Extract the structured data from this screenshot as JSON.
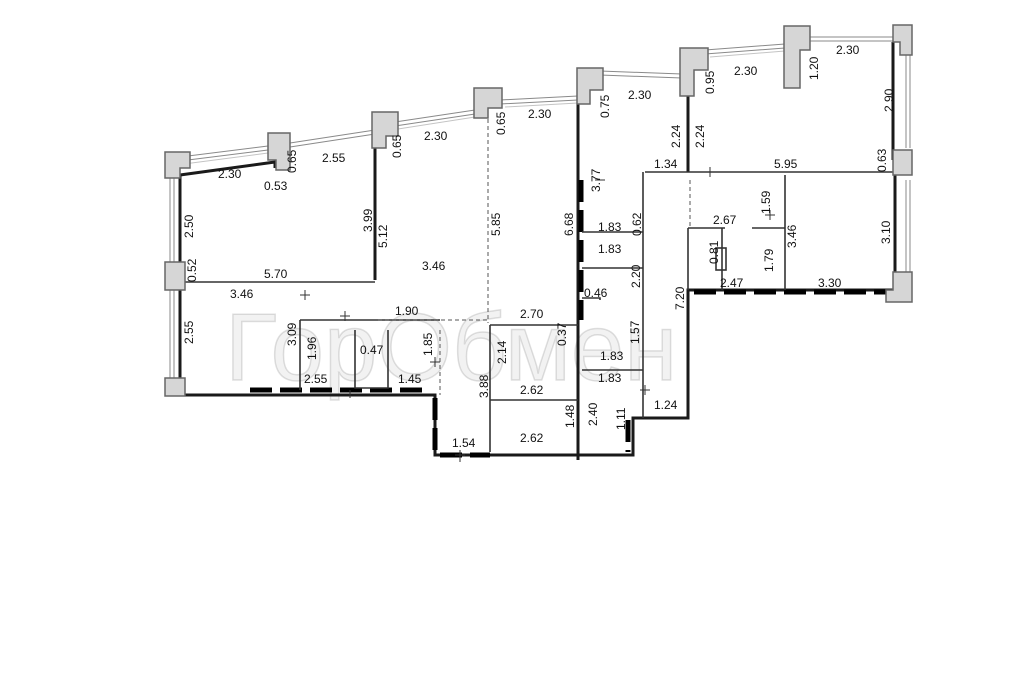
{
  "watermark": "ГорОбмен",
  "dimensions": [
    {
      "id": "d1",
      "text": "2.30"
    },
    {
      "id": "d2",
      "text": "0.65"
    },
    {
      "id": "d3",
      "text": "2.55"
    },
    {
      "id": "d4",
      "text": "0.53"
    },
    {
      "id": "d5",
      "text": "0.65"
    },
    {
      "id": "d6",
      "text": "2.30"
    },
    {
      "id": "d7",
      "text": "0.65"
    },
    {
      "id": "d8",
      "text": "2.30"
    },
    {
      "id": "d9",
      "text": "0.75"
    },
    {
      "id": "d10",
      "text": "2.30"
    },
    {
      "id": "d11",
      "text": "0.95"
    },
    {
      "id": "d12",
      "text": "2.30"
    },
    {
      "id": "d13",
      "text": "1.20"
    },
    {
      "id": "d14",
      "text": "2.30"
    },
    {
      "id": "d15",
      "text": "2.90"
    },
    {
      "id": "d16",
      "text": "2.24"
    },
    {
      "id": "d17",
      "text": "2.24"
    },
    {
      "id": "d18",
      "text": "1.34"
    },
    {
      "id": "d19",
      "text": "5.95"
    },
    {
      "id": "d20",
      "text": "0.63"
    },
    {
      "id": "d21",
      "text": "3.77"
    },
    {
      "id": "d22",
      "text": "2.50"
    },
    {
      "id": "d23",
      "text": "3.99"
    },
    {
      "id": "d24",
      "text": "5.12"
    },
    {
      "id": "d25",
      "text": "5.85"
    },
    {
      "id": "d26",
      "text": "6.68"
    },
    {
      "id": "d27",
      "text": "1.59"
    },
    {
      "id": "d28",
      "text": "2.67"
    },
    {
      "id": "d29",
      "text": "3.46"
    },
    {
      "id": "d30",
      "text": "3.10"
    },
    {
      "id": "d31",
      "text": "1.83"
    },
    {
      "id": "d32",
      "text": "0.62"
    },
    {
      "id": "d33",
      "text": "1.83"
    },
    {
      "id": "d34",
      "text": "0.52"
    },
    {
      "id": "d35",
      "text": "5.70"
    },
    {
      "id": "d36",
      "text": "3.46"
    },
    {
      "id": "d37",
      "text": "0.81"
    },
    {
      "id": "d38",
      "text": "1.79"
    },
    {
      "id": "d39",
      "text": "2.47"
    },
    {
      "id": "d40",
      "text": "3.30"
    },
    {
      "id": "d41",
      "text": "2.20"
    },
    {
      "id": "d42",
      "text": "7.20"
    },
    {
      "id": "d43",
      "text": "3.46"
    },
    {
      "id": "d44",
      "text": "0.46"
    },
    {
      "id": "d45",
      "text": "1.90"
    },
    {
      "id": "d46",
      "text": "2.70"
    },
    {
      "id": "d47",
      "text": "2.55"
    },
    {
      "id": "d48",
      "text": "3.09"
    },
    {
      "id": "d49",
      "text": "1.96"
    },
    {
      "id": "d50",
      "text": "0.47"
    },
    {
      "id": "d51",
      "text": "1.85"
    },
    {
      "id": "d52",
      "text": "2.14"
    },
    {
      "id": "d53",
      "text": "0.37"
    },
    {
      "id": "d54",
      "text": "1.57"
    },
    {
      "id": "d55",
      "text": "1.83"
    },
    {
      "id": "d56",
      "text": "2.55"
    },
    {
      "id": "d57",
      "text": "1.45"
    },
    {
      "id": "d58",
      "text": "3.88"
    },
    {
      "id": "d59",
      "text": "2.62"
    },
    {
      "id": "d60",
      "text": "1.83"
    },
    {
      "id": "d61",
      "text": "2.40"
    },
    {
      "id": "d62",
      "text": "1.24"
    },
    {
      "id": "d63",
      "text": "1.48"
    },
    {
      "id": "d64",
      "text": "1.11"
    },
    {
      "id": "d65",
      "text": "1.54"
    },
    {
      "id": "d66",
      "text": "2.62"
    }
  ]
}
